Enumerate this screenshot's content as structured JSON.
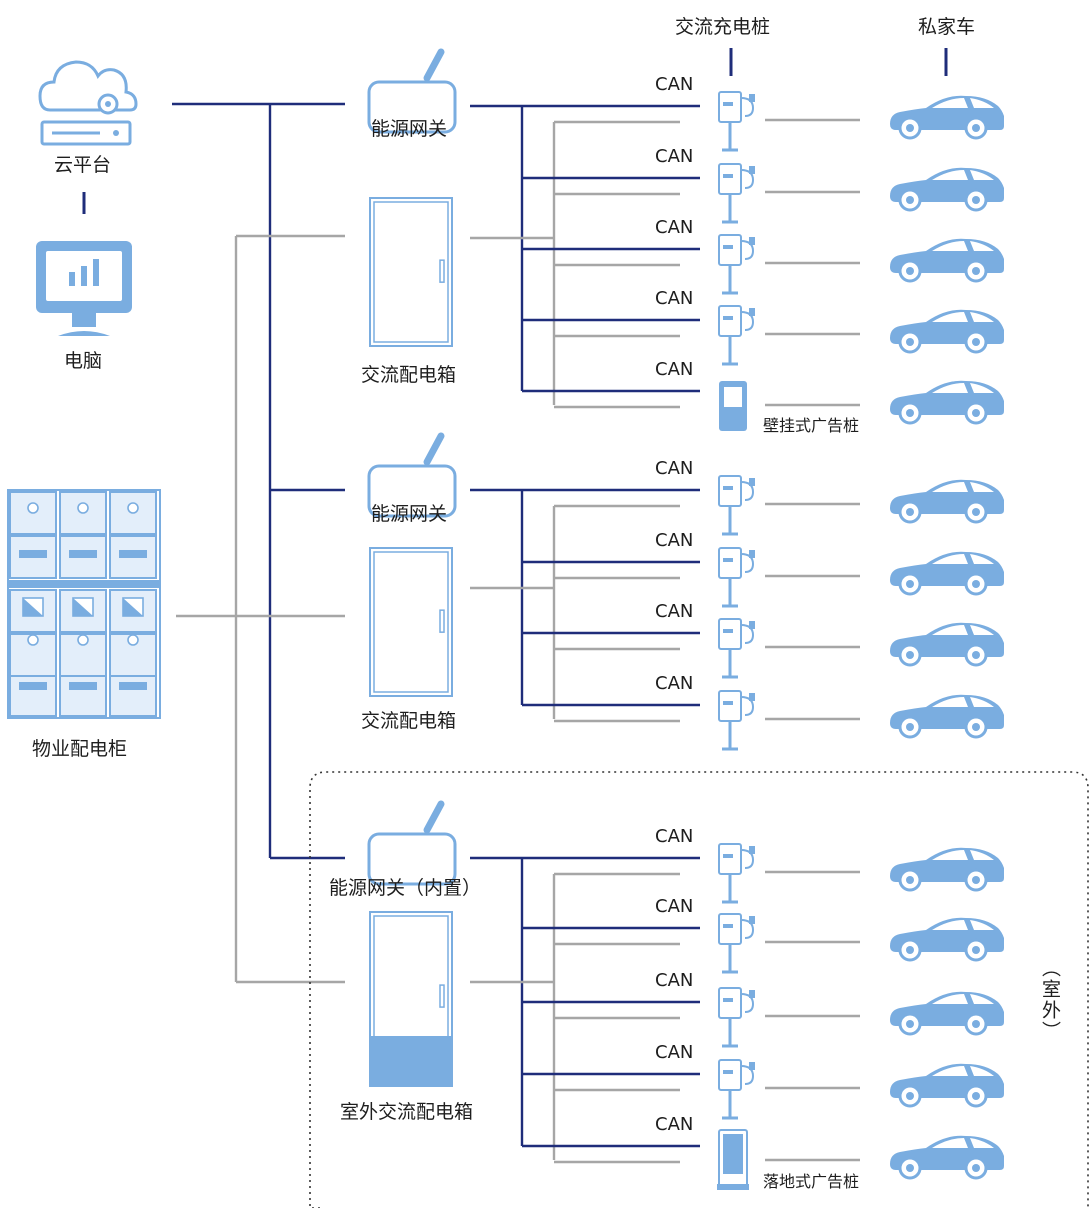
{
  "labels": {
    "cloud": "云平台",
    "pc": "电脑",
    "property_cabinet": "物业配电柜",
    "header_charger": "交流充电桩",
    "header_car": "私家车",
    "gateway": "能源网关",
    "ac_box": "交流配电箱",
    "gateway_builtin": "能源网关（内置）",
    "outdoor_ac_box": "室外交流配电箱",
    "wall_ad_pile": "壁挂式广告桩",
    "floor_ad_pile": "落地式广告桩",
    "outdoor": "（室外）",
    "can": "CAN"
  },
  "colors": {
    "comm_line": "#1f2d7a",
    "power_line": "#a6a6a6",
    "device_blue": "#7aade0",
    "device_fill": "#e3eefa",
    "dotted_border": "#333333"
  },
  "groups": [
    {
      "gateway_label_key": "gateway",
      "box_label_key": "ac_box",
      "chargers": 5,
      "last_type": "wall_ad",
      "last_label_key": "wall_ad_pile"
    },
    {
      "gateway_label_key": "gateway",
      "box_label_key": "ac_box",
      "chargers": 4,
      "last_type": "pile",
      "last_label_key": ""
    },
    {
      "gateway_label_key": "gateway_builtin",
      "box_label_key": "outdoor_ac_box",
      "chargers": 5,
      "last_type": "floor_ad",
      "last_label_key": "floor_ad_pile"
    }
  ]
}
